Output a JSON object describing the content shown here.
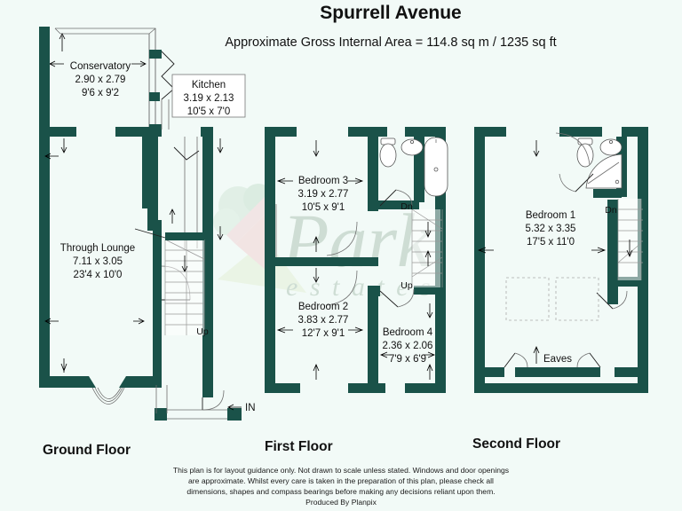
{
  "header": {
    "title": "Spurrell Avenue",
    "area_line": "Approximate Gross Internal Area = 114.8 sq m / 1235 sq ft"
  },
  "watermark": {
    "brand_main": "Park",
    "brand_sub": "e s t a t e s",
    "logo_icon": "house-tree-logo"
  },
  "floors": [
    {
      "id": "ground",
      "label": "Ground Floor"
    },
    {
      "id": "first",
      "label": "First Floor"
    },
    {
      "id": "second",
      "label": "Second Floor"
    }
  ],
  "rooms": [
    {
      "id": "conservatory",
      "floor": "ground",
      "name": "Conservatory",
      "metric": "2.90 x 2.79",
      "imperial": "9'6 x 9'2"
    },
    {
      "id": "kitchen",
      "floor": "ground",
      "name": "Kitchen",
      "metric": "3.19 x 2.13",
      "imperial": "10'5 x 7'0"
    },
    {
      "id": "through-lounge",
      "floor": "ground",
      "name": "Through Lounge",
      "metric": "7.11 x 3.05",
      "imperial": "23'4 x 10'0"
    },
    {
      "id": "bedroom-3",
      "floor": "first",
      "name": "Bedroom 3",
      "metric": "3.19 x 2.77",
      "imperial": "10'5 x 9'1"
    },
    {
      "id": "bedroom-2",
      "floor": "first",
      "name": "Bedroom 2",
      "metric": "3.83 x 2.77",
      "imperial": "12'7 x 9'1"
    },
    {
      "id": "bedroom-4",
      "floor": "first",
      "name": "Bedroom 4",
      "metric": "2.36 x 2.06",
      "imperial": "7'9 x 6'9"
    },
    {
      "id": "bedroom-1",
      "floor": "second",
      "name": "Bedroom 1",
      "metric": "5.32 x 3.35",
      "imperial": "17'5 x 11'0"
    },
    {
      "id": "eaves",
      "floor": "second",
      "name": "Eaves",
      "metric": "",
      "imperial": ""
    }
  ],
  "annotations": {
    "stair_up_ground": "Up",
    "stair_dn_first": "Dn",
    "stair_up_first": "Up",
    "stair_dn_second": "Dn",
    "entrance": "IN"
  },
  "disclaimer": {
    "line1": "This plan is for layout guidance only. Not drawn to scale unless stated. Windows and door openings",
    "line2": "are approximate. Whilst every care is taken in the preparation of this plan, please check all",
    "line3": "dimensions, shapes and compass bearings before making any decisions reliant upon them.",
    "line4": "Produced By Planpix"
  },
  "colors": {
    "wall": "#1a5249",
    "background": "#f2faf7",
    "logo_roof": "#f2b3b8",
    "logo_leaf": "#bcd9c2",
    "logo_grass": "#d9e9bd"
  }
}
